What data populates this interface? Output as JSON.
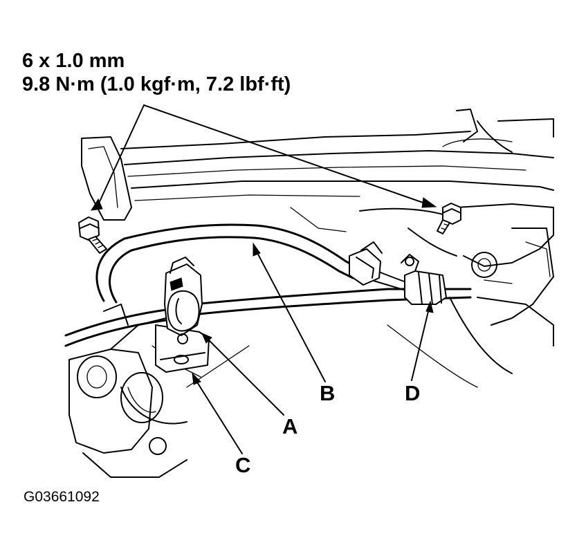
{
  "spec": {
    "size": "6 x 1.0 mm",
    "torque": "9.8 N·m (1.0 kgf·m, 7.2 lbf·ft)"
  },
  "callouts": {
    "a": "A",
    "b": "B",
    "c": "C",
    "d": "D"
  },
  "figure_code": "G03661092"
}
